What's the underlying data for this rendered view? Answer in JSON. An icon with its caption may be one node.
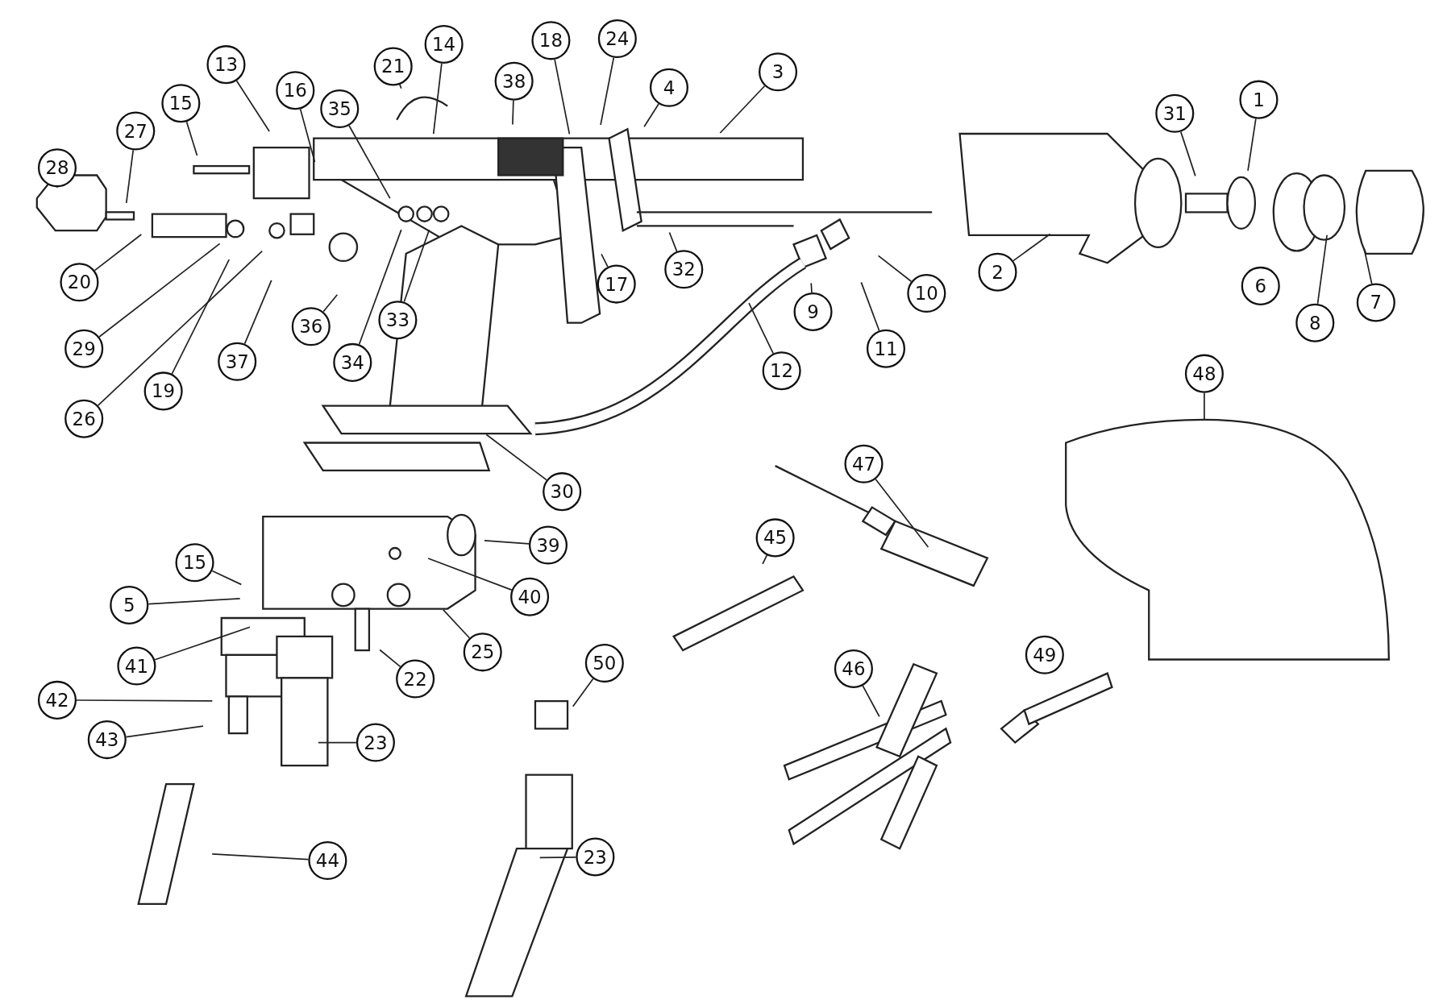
{
  "diagram": {
    "nodes": [
      {
        "text": [
          "28"
        ]
      },
      {
        "text": [
          "27"
        ]
      },
      {
        "text": [
          "15"
        ]
      },
      {
        "text": [
          "13"
        ]
      },
      {
        "text": [
          "16"
        ]
      },
      {
        "text": [
          "35"
        ]
      },
      {
        "text": [
          "21"
        ]
      },
      {
        "text": [
          "14"
        ]
      },
      {
        "text": [
          "38"
        ]
      },
      {
        "text": [
          "18"
        ]
      },
      {
        "text": [
          "24"
        ]
      },
      {
        "text": [
          "4"
        ]
      },
      {
        "text": [
          "3"
        ]
      },
      {
        "text": [
          "31"
        ]
      },
      {
        "text": [
          "1"
        ]
      },
      {
        "text": [
          "20"
        ]
      },
      {
        "text": [
          "29"
        ]
      },
      {
        "text": [
          "26"
        ]
      },
      {
        "text": [
          "19"
        ]
      },
      {
        "text": [
          "37"
        ]
      },
      {
        "text": [
          "36"
        ]
      },
      {
        "text": [
          "34"
        ]
      },
      {
        "text": [
          "33"
        ]
      },
      {
        "text": [
          "17"
        ]
      },
      {
        "text": [
          "32"
        ]
      },
      {
        "text": [
          "2"
        ]
      },
      {
        "text": [
          "9"
        ]
      },
      {
        "text": [
          "10"
        ]
      },
      {
        "text": [
          "11"
        ]
      },
      {
        "text": [
          "12"
        ]
      },
      {
        "text": [
          "6"
        ]
      },
      {
        "text": [
          "8"
        ]
      },
      {
        "text": [
          "7"
        ]
      },
      {
        "text": [
          "48"
        ]
      },
      {
        "text": [],
        "shape": "box"
      },
      {
        "text": [
          "30"
        ]
      },
      {
        "text": [
          "39"
        ]
      },
      {
        "text": [
          "40"
        ]
      },
      {
        "text": [
          "47"
        ]
      },
      {
        "text": [
          "45"
        ]
      },
      {
        "text": [
          "15"
        ]
      },
      {
        "text": [
          "5"
        ]
      },
      {
        "text": [
          "41"
        ]
      },
      {
        "text": [
          "42"
        ]
      },
      {
        "text": [
          "43"
        ]
      },
      {
        "text": [
          "22"
        ]
      },
      {
        "text": [
          "25"
        ]
      },
      {
        "text": [
          "50"
        ]
      },
      {
        "text": [
          "49"
        ]
      },
      {
        "text": [
          "46"
        ]
      },
      {
        "text": [
          "23"
        ]
      },
      {
        "text": [
          "44"
        ]
      },
      {
        "text": [
          "23"
        ]
      }
    ],
    "edges": [
      {
        "from": 0,
        "to": null,
        "arrow": "none"
      },
      {
        "from": 1,
        "to": null,
        "arrow": "none"
      },
      {
        "from": 2,
        "to": null,
        "arrow": "none"
      },
      {
        "from": 3,
        "to": null,
        "arrow": "none"
      },
      {
        "from": 4,
        "to": null,
        "arrow": "none"
      },
      {
        "from": 5,
        "to": null,
        "arrow": "none"
      },
      {
        "from": 6,
        "to": null,
        "arrow": "none"
      },
      {
        "from": 7,
        "to": null,
        "arrow": "none"
      },
      {
        "from": 8,
        "to": null,
        "arrow": "none"
      },
      {
        "from": 9,
        "to": null,
        "arrow": "none"
      },
      {
        "from": 10,
        "to": null,
        "arrow": "none"
      },
      {
        "from": 11,
        "to": null,
        "arrow": "none"
      },
      {
        "from": 12,
        "to": null,
        "arrow": "none"
      },
      {
        "from": 13,
        "to": null,
        "arrow": "none"
      },
      {
        "from": 14,
        "to": null,
        "arrow": "none"
      },
      {
        "from": 15,
        "to": null,
        "arrow": "none"
      },
      {
        "from": 16,
        "to": null,
        "arrow": "none"
      },
      {
        "from": 17,
        "to": null,
        "arrow": "none"
      },
      {
        "from": 18,
        "to": null,
        "arrow": "none"
      },
      {
        "from": 19,
        "to": null,
        "arrow": "none"
      },
      {
        "from": 20,
        "to": null,
        "arrow": "none"
      },
      {
        "from": 21,
        "to": null,
        "arrow": "none"
      },
      {
        "from": 22,
        "to": null,
        "arrow": "none"
      },
      {
        "from": 23,
        "to": null,
        "arrow": "none"
      },
      {
        "from": 24,
        "to": null,
        "arrow": "none"
      },
      {
        "from": 25,
        "to": null,
        "arrow": "none"
      },
      {
        "from": 26,
        "to": null,
        "arrow": "none"
      },
      {
        "from": 27,
        "to": null,
        "arrow": "none"
      },
      {
        "from": 28,
        "to": null,
        "arrow": "none"
      },
      {
        "from": 29,
        "to": null,
        "arrow": "none"
      },
      {
        "from": 30,
        "to": null,
        "arrow": "none"
      },
      {
        "from": 31,
        "to": null,
        "arrow": "none"
      },
      {
        "from": 32,
        "to": null,
        "arrow": "none"
      },
      {
        "from": 33,
        "to": 34,
        "arrow": "none"
      },
      {
        "from": 35,
        "to": null,
        "arrow": "none"
      },
      {
        "from": 36,
        "to": null,
        "arrow": "none"
      },
      {
        "from": 37,
        "to": null,
        "arrow": "none"
      },
      {
        "from": 38,
        "to": null,
        "arrow": "none"
      },
      {
        "from": 39,
        "to": null,
        "arrow": "none"
      },
      {
        "from": 40,
        "to": null,
        "arrow": "none"
      },
      {
        "from": 41,
        "to": null,
        "arrow": "none"
      },
      {
        "from": 42,
        "to": null,
        "arrow": "none"
      },
      {
        "from": 43,
        "to": null,
        "arrow": "none"
      },
      {
        "from": 44,
        "to": null,
        "arrow": "none"
      },
      {
        "from": 45,
        "to": null,
        "arrow": "none"
      },
      {
        "from": 46,
        "to": null,
        "arrow": "none"
      },
      {
        "from": 47,
        "to": null,
        "arrow": "none"
      },
      {
        "from": 48,
        "to": null,
        "arrow": "none"
      },
      {
        "from": 49,
        "to": null,
        "arrow": "none"
      },
      {
        "from": 50,
        "to": null,
        "arrow": "none"
      },
      {
        "from": 51,
        "to": null,
        "arrow": "none"
      },
      {
        "from": 52,
        "to": null,
        "arrow": "none"
      }
    ]
  }
}
